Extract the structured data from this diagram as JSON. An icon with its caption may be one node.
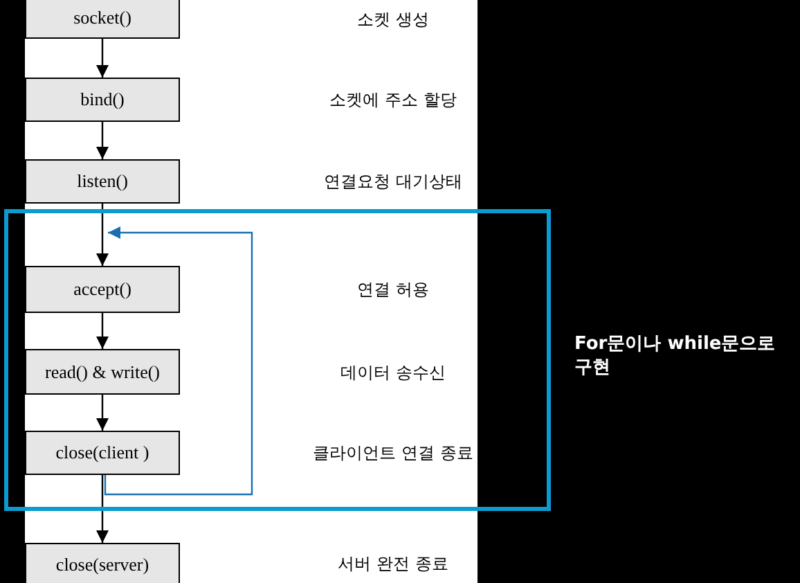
{
  "diagram": {
    "nodes": [
      {
        "text": [
          "socket()"
        ]
      },
      {
        "text": [
          "bind()"
        ]
      },
      {
        "text": [
          "listen()"
        ]
      },
      {
        "text": [
          "For문이나 while문으로 구현"
        ]
      },
      {
        "text": [
          "accept()"
        ],
        "in": 3
      },
      {
        "text": [
          "read() & write()"
        ],
        "in": 3
      },
      {
        "text": [
          "close(client )"
        ],
        "in": 3
      },
      {
        "text": [
          "close(server)"
        ]
      }
    ],
    "edges": [
      {
        "from": 0,
        "to": 1,
        "arrow": "to"
      },
      {
        "from": 1,
        "to": 2,
        "arrow": "to"
      },
      {
        "from": 2,
        "to": 4,
        "arrow": "to"
      },
      {
        "from": 4,
        "to": 5,
        "arrow": "to"
      },
      {
        "from": 5,
        "to": 6,
        "arrow": "to"
      },
      {
        "from": 6,
        "to": 7,
        "arrow": "to"
      },
      {
        "from": 6,
        "to": 4,
        "arrow": "to",
        "color": "#1a6fb0"
      }
    ],
    "labels": [
      "소켓 생성",
      "소켓에 주소 할당",
      "연결요청 대기상태",
      "연결 허용",
      "데이터 송수신",
      "클라이언트 연결 종료",
      "서버 완전 종료"
    ]
  }
}
